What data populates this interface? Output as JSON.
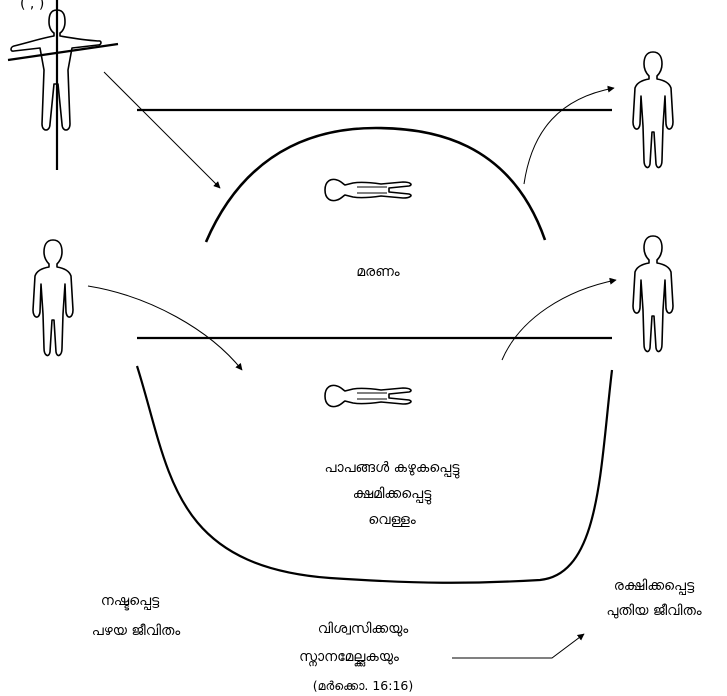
{
  "top_caption_fragment": "(         ,          )",
  "labels": {
    "death": "മരണം",
    "water_line1": "പാപങ്ങൾ കഴുകപ്പെട്ടു",
    "water_line2": "ക്ഷമിക്കപ്പെട്ടു",
    "water_line3": "വെള്ളം",
    "lost_line1": "നഷ്ടപ്പെട്ട",
    "lost_line2": "പഴയ ജീവിതം",
    "saved_line1": "രക്ഷിക്കപ്പെട്ട",
    "saved_line2": "പുതിയ ജീവിതം",
    "believe_line1": "വിശ്വസിക്കയും",
    "believe_line2": "സ്നാനമേല്ക്കുകയും",
    "reference": "(മർക്കൊ. 16:16)"
  },
  "colors": {
    "stroke": "#000000",
    "background": "#ffffff"
  }
}
